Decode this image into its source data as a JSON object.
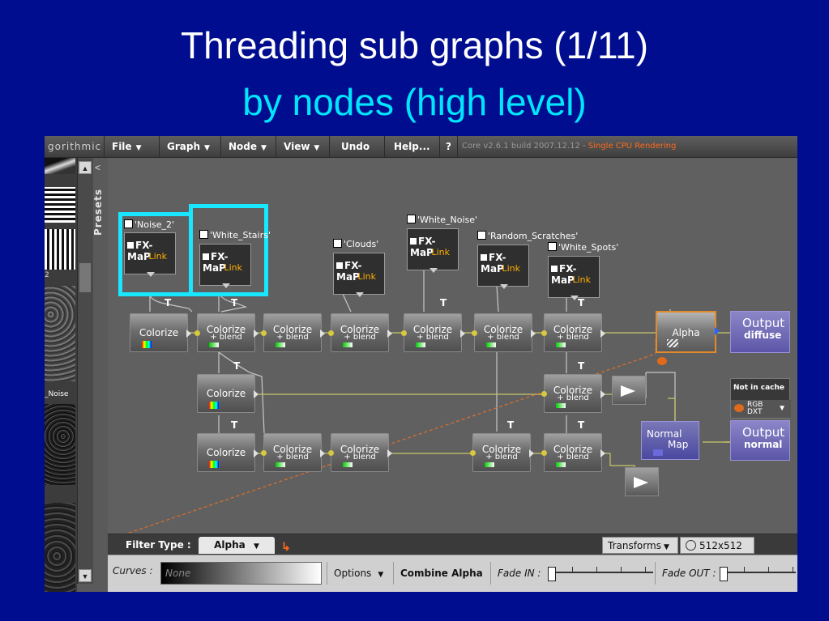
{
  "slide": {
    "title": "Threading sub graphs (1/11)",
    "subtitle": "by nodes (high level)"
  },
  "app": {
    "brand": "gorithmic",
    "menu": [
      {
        "label": "File",
        "has_arrow": true
      },
      {
        "label": "Graph",
        "has_arrow": true
      },
      {
        "label": "Node",
        "has_arrow": true
      },
      {
        "label": "View",
        "has_arrow": true
      },
      {
        "label": "Undo",
        "has_arrow": false
      },
      {
        "label": "Help...",
        "has_arrow": false
      },
      {
        "label": "?",
        "has_arrow": false
      }
    ],
    "status_prefix": "Core v2.6.1 build 2007.12.12 - ",
    "status_highlight": "Single CPU Rendering",
    "presets_label": "Presets",
    "presets_chevron": "<",
    "left_labels": {
      "two": "2",
      "noise": "_Noise"
    }
  },
  "graph": {
    "fx_title": "FX-MaP",
    "fx_sub": "Link",
    "fx_nodes": [
      {
        "caption": "'Noise_2'"
      },
      {
        "caption": "'White_Stairs'"
      },
      {
        "caption": "'Clouds'"
      },
      {
        "caption": "'White_Noise'"
      },
      {
        "caption": "'Random_Scratches'"
      },
      {
        "caption": "'White_Spots'"
      }
    ],
    "thread_marker": "T",
    "colorize_label": "Colorize",
    "blend_label": "+ blend",
    "alpha_label": "Alpha",
    "normal_map_label": {
      "line1": "Normal",
      "line2": "Map"
    },
    "outputs": [
      {
        "title": "Output",
        "sub": "diffuse"
      },
      {
        "title": "Output",
        "sub": "normal"
      }
    ],
    "cache": {
      "status": "Not in cache",
      "format1": "RGB",
      "format2": "DXT"
    }
  },
  "filter_bar": {
    "label": "Filter Type :",
    "selected": "Alpha",
    "transforms": "Transforms",
    "resolution": "512x512"
  },
  "params": {
    "curves_label": "Curves :",
    "curves_value": "None",
    "options": "Options",
    "combine_alpha": "Combine Alpha",
    "fade_in": "Fade IN :",
    "fade_out": "Fade OUT :"
  },
  "colors": {
    "slide_bg": "#000d8f",
    "title": "#ffffff",
    "subtitle": "#00e6ff",
    "highlight_box": "#19e6ff",
    "alpha_border": "#e08a2a",
    "output_bg": "#6a64b8",
    "status_highlight": "#ff6a1a"
  }
}
